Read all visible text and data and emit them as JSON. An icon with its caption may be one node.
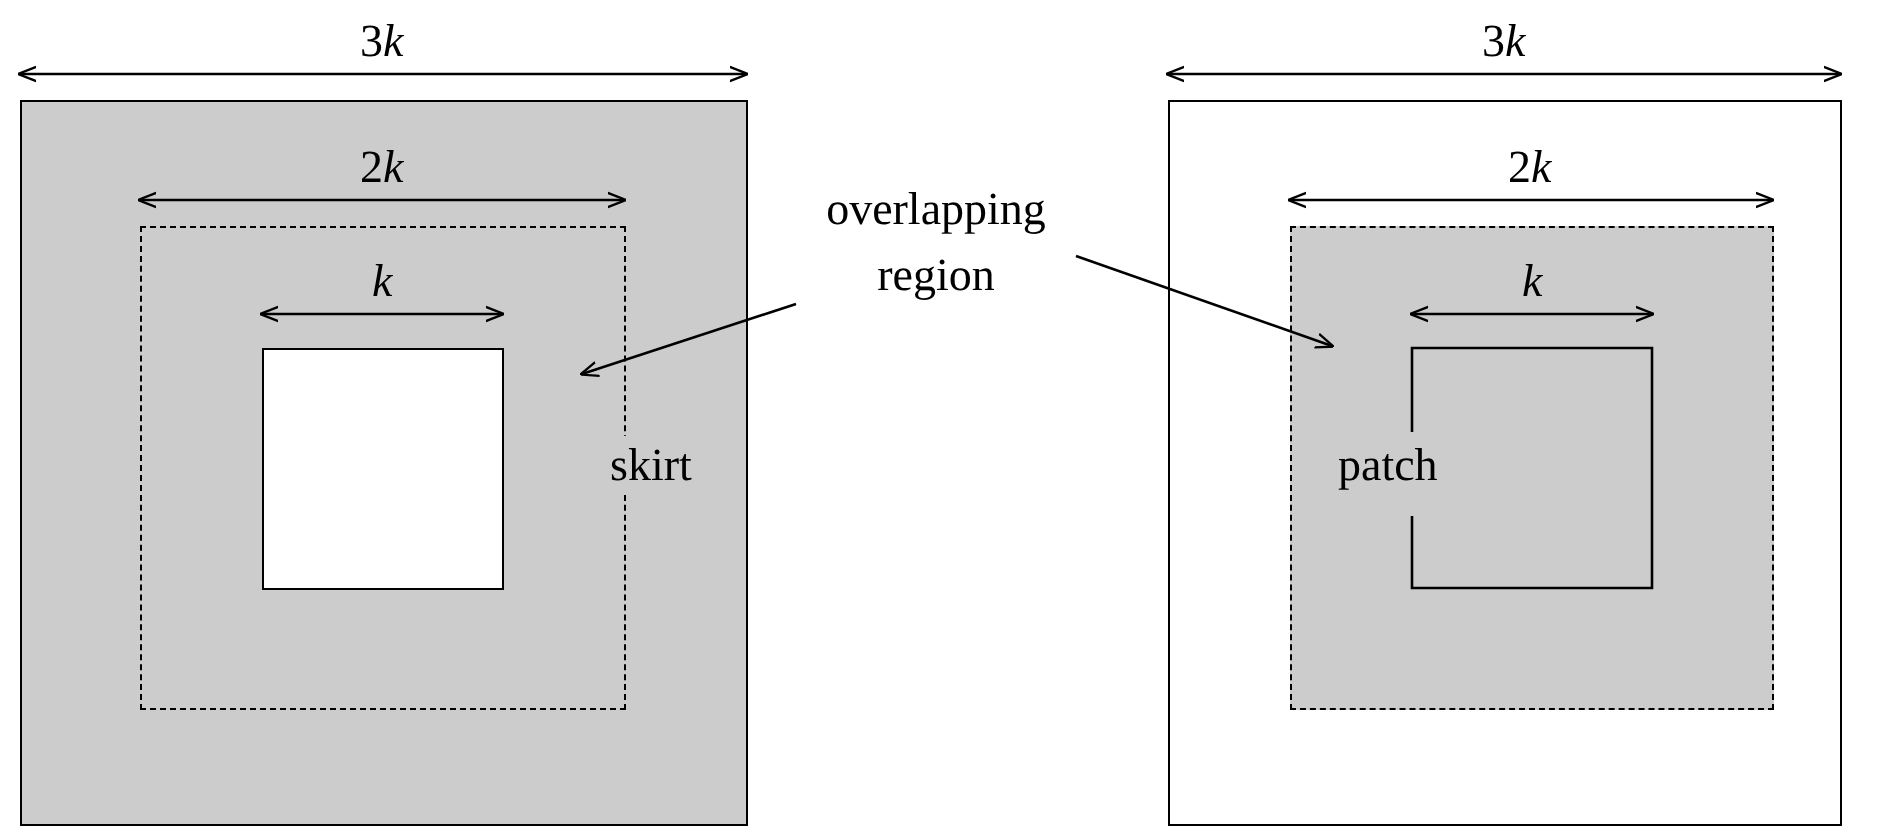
{
  "diagram": {
    "nodes": [
      {
        "text": [
          "overlapping region"
        ]
      },
      {
        "text": [],
        "shape": "box"
      },
      {
        "text": [],
        "shape": "box"
      },
      {
        "text": [],
        "shape": "box",
        "in": 1
      }
    ],
    "edges": [
      {
        "from": 0,
        "to": 1,
        "arrow": "to"
      },
      {
        "from": 0,
        "to": 2,
        "arrow": "to"
      }
    ],
    "labels": [
      "3k",
      "2k",
      "k",
      "skirt",
      "3k",
      "2k",
      "k",
      "patch"
    ]
  }
}
